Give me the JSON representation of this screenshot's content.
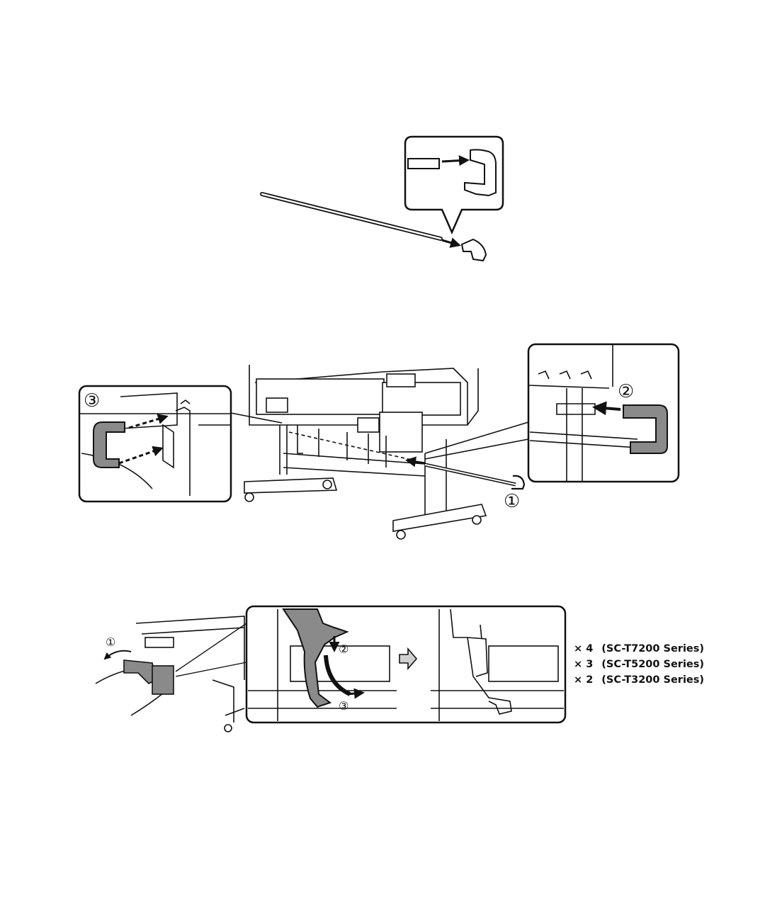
{
  "callouts": {
    "step_1": "①",
    "step_2": "②",
    "step_3": "③"
  },
  "quantities": [
    {
      "count": "× 4",
      "model": "(SC-T7200 Series)"
    },
    {
      "count": "× 3",
      "model": "(SC-T5200 Series)"
    },
    {
      "count": "× 2",
      "model": "(SC-T3200 Series)"
    }
  ],
  "colors": {
    "line": "#111111",
    "part_gray": "#8a8a8a",
    "arrow_fill": "#d0d0d0"
  }
}
